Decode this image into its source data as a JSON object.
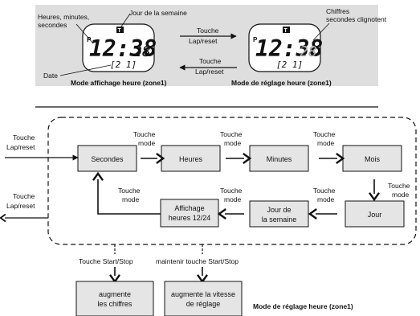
{
  "colors": {
    "panel": "#dedede",
    "box": "#e5e5e5",
    "line": "#111111",
    "blink_digits": "#a9a9a9"
  },
  "top": {
    "label_hms": [
      "Heures, minutes,",
      "secondes"
    ],
    "label_weekday": "Jour de la semaine",
    "label_date": "Date",
    "label_blink": [
      "Chiffres",
      "secondes clignotent"
    ],
    "touche_lap_forward": [
      "Touche",
      "Lap/reset"
    ],
    "touche_lap_back": [
      "Touche",
      "Lap/reset"
    ],
    "caption_left": "Mode affichage heure (zone1)",
    "caption_right": "Mode de réglage heure (zone1)",
    "watch_left": {
      "indicator": "P",
      "weekday_icon": "T",
      "time": "12:38",
      "seconds": "28",
      "date": "[2 1]"
    },
    "watch_right": {
      "indicator": "P",
      "weekday_icon": "T",
      "time": "12:38",
      "seconds": "28",
      "date": "[2 1]"
    }
  },
  "flow": {
    "entry_label": [
      "Touche",
      "Lap/reset"
    ],
    "exit_label": [
      "Touche",
      "Lap/reset"
    ],
    "boxes": {
      "secondes": [
        "Secondes"
      ],
      "heures": [
        "Heures"
      ],
      "minutes": [
        "Minutes"
      ],
      "mois": [
        "Mois"
      ],
      "jour": [
        "Jour"
      ],
      "jour_semaine": [
        "Jour de",
        "la semaine"
      ],
      "affichage": [
        "Affichage",
        "heures 12/24"
      ]
    },
    "touche_mode": [
      "Touche",
      "mode"
    ],
    "start_stop_label": "Touche Start/Stop",
    "hold_start_stop_label": "maintenir touche Start/Stop",
    "result_left": [
      "augmente",
      "les chiffres"
    ],
    "result_right": [
      "augmente la vitesse",
      "de réglage"
    ],
    "caption": "Mode de réglage heure (zone1)"
  }
}
